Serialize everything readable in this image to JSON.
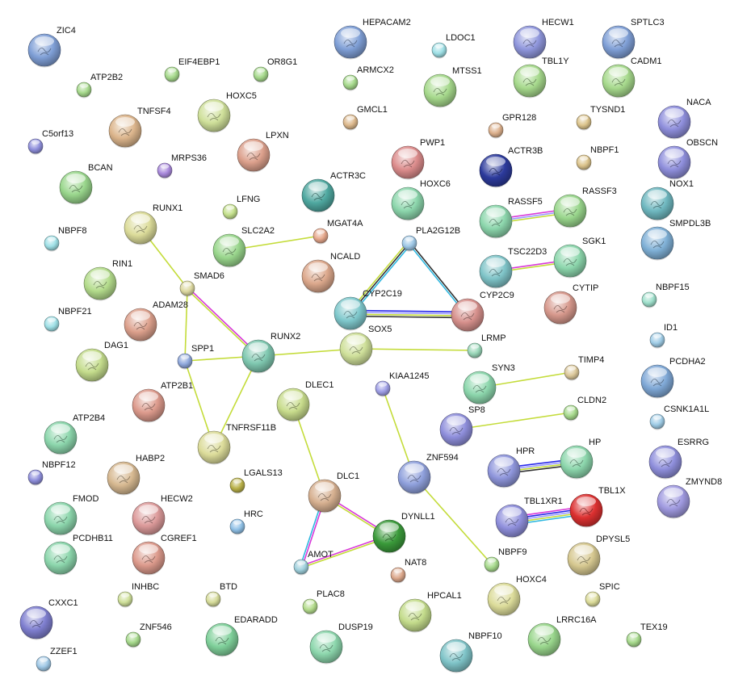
{
  "nodes": [
    {
      "id": "ZIC4",
      "color": "#7f9fd6"
    },
    {
      "id": "ATP2B2",
      "color": "#a6d98c"
    },
    {
      "id": "EIF4EBP1",
      "color": "#a6d98c"
    },
    {
      "id": "OR8G1",
      "color": "#a6d98c"
    },
    {
      "id": "HEPACAM2",
      "color": "#7f9fd6"
    },
    {
      "id": "LDOC1",
      "color": "#9fe0e6"
    },
    {
      "id": "HECW1",
      "color": "#8f96dc"
    },
    {
      "id": "SPTLC3",
      "color": "#7f9fd6"
    },
    {
      "id": "ARMCX2",
      "color": "#a6d98c"
    },
    {
      "id": "MTSS1",
      "color": "#a6d98c"
    },
    {
      "id": "TBL1Y",
      "color": "#a6d98c"
    },
    {
      "id": "CADM1",
      "color": "#a6d98c"
    },
    {
      "id": "TNFSF4",
      "color": "#dcb58c"
    },
    {
      "id": "HOXC5",
      "color": "#cfe09a"
    },
    {
      "id": "C5orf13",
      "color": "#8f8fdc"
    },
    {
      "id": "MRPS36",
      "color": "#a989dc"
    },
    {
      "id": "LPXN",
      "color": "#dca08c"
    },
    {
      "id": "GMCL1",
      "color": "#dcb88c"
    },
    {
      "id": "GPR128",
      "color": "#dcb08c"
    },
    {
      "id": "TYSND1",
      "color": "#dcc48c"
    },
    {
      "id": "NACA",
      "color": "#8f8fdc"
    },
    {
      "id": "OBSCN",
      "color": "#8f8fdc"
    },
    {
      "id": "PWP1",
      "color": "#dc8c8c"
    },
    {
      "id": "ACTR3B",
      "color": "#2c3a9c"
    },
    {
      "id": "NBPF1",
      "color": "#dcc48c"
    },
    {
      "id": "BCAN",
      "color": "#99d68c"
    },
    {
      "id": "LFNG",
      "color": "#c4e08c"
    },
    {
      "id": "ACTR3C",
      "color": "#4fa8a0"
    },
    {
      "id": "HOXC6",
      "color": "#8cd6ac"
    },
    {
      "id": "RASSF5",
      "color": "#8cd6ac"
    },
    {
      "id": "RASSF3",
      "color": "#99d68c"
    },
    {
      "id": "NOX1",
      "color": "#6fb8c0"
    },
    {
      "id": "NBPF8",
      "color": "#9fe0e6"
    },
    {
      "id": "RUNX1",
      "color": "#dcdc9a"
    },
    {
      "id": "SLC2A2",
      "color": "#99d68c"
    },
    {
      "id": "MGAT4A",
      "color": "#e6a88c"
    },
    {
      "id": "PLA2G12B",
      "color": "#9fc8e6"
    },
    {
      "id": "SMPDL3B",
      "color": "#7fb0d6"
    },
    {
      "id": "TSC22D3",
      "color": "#7fc4c8"
    },
    {
      "id": "SGK1",
      "color": "#8cd6ac"
    },
    {
      "id": "NCALD",
      "color": "#dca88c"
    },
    {
      "id": "RIN1",
      "color": "#b4dc8c"
    },
    {
      "id": "SMAD6",
      "color": "#dcd8a0"
    },
    {
      "id": "ADAM28",
      "color": "#dca08c"
    },
    {
      "id": "CYP2C19",
      "color": "#7fc8cc"
    },
    {
      "id": "CYP2C9",
      "color": "#d6908c"
    },
    {
      "id": "CYTIP",
      "color": "#d6988c"
    },
    {
      "id": "NBPF15",
      "color": "#9fe0cc"
    },
    {
      "id": "NBPF21",
      "color": "#9fe0e6"
    },
    {
      "id": "SOX5",
      "color": "#cfe09a"
    },
    {
      "id": "LRMP",
      "color": "#99d6b8"
    },
    {
      "id": "ID1",
      "color": "#9fcce6"
    },
    {
      "id": "PCDHA2",
      "color": "#7fa8d6"
    },
    {
      "id": "DAG1",
      "color": "#c4dc8c"
    },
    {
      "id": "SPP1",
      "color": "#8fa8dc"
    },
    {
      "id": "RUNX2",
      "color": "#7fc8b0"
    },
    {
      "id": "TIMP4",
      "color": "#dcc89a"
    },
    {
      "id": "KIAA1245",
      "color": "#9f9fe6"
    },
    {
      "id": "SYN3",
      "color": "#8cd6ac"
    },
    {
      "id": "ATP2B1",
      "color": "#dc9a8c"
    },
    {
      "id": "DLEC1",
      "color": "#c8dc8c"
    },
    {
      "id": "CLDN2",
      "color": "#a6d98c"
    },
    {
      "id": "CSNK1A1L",
      "color": "#9fcce6"
    },
    {
      "id": "ATP2B4",
      "color": "#8cd6ac"
    },
    {
      "id": "TNFRSF11B",
      "color": "#dcdc9a"
    },
    {
      "id": "SP8",
      "color": "#8f8fdc"
    },
    {
      "id": "HPR",
      "color": "#8f96dc"
    },
    {
      "id": "HP",
      "color": "#8cd6ac"
    },
    {
      "id": "ESRRG",
      "color": "#8f8fdc"
    },
    {
      "id": "NBPF12",
      "color": "#8f8fdc"
    },
    {
      "id": "HABP2",
      "color": "#d6b890"
    },
    {
      "id": "LGALS13",
      "color": "#b8b048"
    },
    {
      "id": "ZNF594",
      "color": "#8fa0dc"
    },
    {
      "id": "DLC1",
      "color": "#d6b090"
    },
    {
      "id": "ZMYND8",
      "color": "#a09ae0"
    },
    {
      "id": "FMOD",
      "color": "#8cd6ac"
    },
    {
      "id": "HECW2",
      "color": "#dc9a9a"
    },
    {
      "id": "HRC",
      "color": "#8fc0e6"
    },
    {
      "id": "TBL1XR1",
      "color": "#8f8fdc"
    },
    {
      "id": "TBL1X",
      "color": "#dc3030"
    },
    {
      "id": "DYNLL1",
      "color": "#3a9a3a"
    },
    {
      "id": "PCDHB11",
      "color": "#8cd6ac"
    },
    {
      "id": "CGREF1",
      "color": "#dc9a8c"
    },
    {
      "id": "AMOT",
      "color": "#9fd0dc"
    },
    {
      "id": "NAT8",
      "color": "#dca88c"
    },
    {
      "id": "NBPF9",
      "color": "#a6d98c"
    },
    {
      "id": "DPYSL5",
      "color": "#d6c890"
    },
    {
      "id": "INHBC",
      "color": "#cfe09a"
    },
    {
      "id": "BTD",
      "color": "#d6dc9a"
    },
    {
      "id": "PLAC8",
      "color": "#b4dc8c"
    },
    {
      "id": "HPCAL1",
      "color": "#c4dc8c"
    },
    {
      "id": "HOXC4",
      "color": "#dcdc9a"
    },
    {
      "id": "SPIC",
      "color": "#dcdc9a"
    },
    {
      "id": "CXXC1",
      "color": "#7f7fd0"
    },
    {
      "id": "ZNF546",
      "color": "#a6d98c"
    },
    {
      "id": "EDARADD",
      "color": "#7fd09a"
    },
    {
      "id": "DUSP19",
      "color": "#8cd6ac"
    },
    {
      "id": "NBPF10",
      "color": "#7fc4c8"
    },
    {
      "id": "LRRC16A",
      "color": "#99d68c"
    },
    {
      "id": "TEX19",
      "color": "#a6d98c"
    },
    {
      "id": "ZZEF1",
      "color": "#9fc8e6"
    }
  ],
  "edges": [
    {
      "a": "RUNX1",
      "b": "SMAD6",
      "colors": [
        "#c4dc3a"
      ]
    },
    {
      "a": "SMAD6",
      "b": "RUNX2",
      "colors": [
        "#d838d8",
        "#c4dc3a"
      ]
    },
    {
      "a": "SMAD6",
      "b": "SPP1",
      "colors": [
        "#c4dc3a"
      ]
    },
    {
      "a": "SPP1",
      "b": "RUNX2",
      "colors": [
        "#c4dc3a"
      ]
    },
    {
      "a": "SPP1",
      "b": "TNFRSF11B",
      "colors": [
        "#c4dc3a"
      ]
    },
    {
      "a": "RUNX2",
      "b": "TNFRSF11B",
      "colors": [
        "#c4dc3a"
      ]
    },
    {
      "a": "RUNX2",
      "b": "SOX5",
      "colors": [
        "#c4dc3a"
      ]
    },
    {
      "a": "SOX5",
      "b": "LRMP",
      "colors": [
        "#c4dc3a"
      ]
    },
    {
      "a": "SLC2A2",
      "b": "MGAT4A",
      "colors": [
        "#c4dc3a"
      ]
    },
    {
      "a": "PLA2G12B",
      "b": "CYP2C19",
      "colors": [
        "#30b8e0",
        "#333333",
        "#c4dc3a"
      ]
    },
    {
      "a": "PLA2G12B",
      "b": "CYP2C9",
      "colors": [
        "#333333",
        "#30b8e0"
      ]
    },
    {
      "a": "CYP2C19",
      "b": "CYP2C9",
      "colors": [
        "#2828e8",
        "#9a9aff",
        "#c4dc3a",
        "#333333"
      ]
    },
    {
      "a": "RASSF5",
      "b": "RASSF3",
      "colors": [
        "#d838d8",
        "#9a9aff",
        "#c4dc3a"
      ]
    },
    {
      "a": "TSC22D3",
      "b": "SGK1",
      "colors": [
        "#d838d8",
        "#c4dc3a"
      ]
    },
    {
      "a": "SYN3",
      "b": "TIMP4",
      "colors": [
        "#c4dc3a"
      ]
    },
    {
      "a": "SP8",
      "b": "CLDN2",
      "colors": [
        "#c4dc3a"
      ]
    },
    {
      "a": "HPR",
      "b": "HP",
      "colors": [
        "#2828e8",
        "#9a9aff",
        "#c4dc3a",
        "#333333"
      ]
    },
    {
      "a": "TBL1XR1",
      "b": "TBL1X",
      "colors": [
        "#d838d8",
        "#2828e8",
        "#9a9aff",
        "#c4dc3a",
        "#30b8e0"
      ]
    },
    {
      "a": "KIAA1245",
      "b": "ZNF594",
      "colors": [
        "#c4dc3a"
      ]
    },
    {
      "a": "ZNF594",
      "b": "NBPF9",
      "colors": [
        "#c4dc3a"
      ]
    },
    {
      "a": "DLEC1",
      "b": "DLC1",
      "colors": [
        "#c4dc3a"
      ]
    },
    {
      "a": "DLC1",
      "b": "DYNLL1",
      "colors": [
        "#d838d8",
        "#c4dc3a"
      ]
    },
    {
      "a": "DLC1",
      "b": "AMOT",
      "colors": [
        "#d838d8",
        "#30b8e0"
      ]
    },
    {
      "a": "AMOT",
      "b": "DYNLL1",
      "colors": [
        "#d838d8",
        "#c4dc3a"
      ]
    }
  ]
}
